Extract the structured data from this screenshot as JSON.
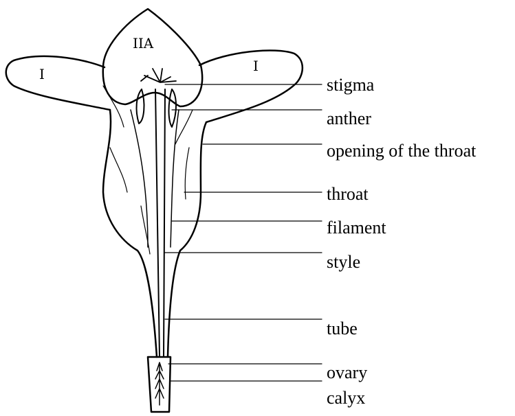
{
  "petal_marks": {
    "left": "I",
    "center": "IIA",
    "right": "I"
  },
  "labels": {
    "stigma": "stigma",
    "anther": "anther",
    "opening": "opening of the throat",
    "throat": "throat",
    "filament": "filament",
    "style": "style",
    "tube": "tube",
    "ovary": "ovary",
    "calyx": "calyx"
  }
}
